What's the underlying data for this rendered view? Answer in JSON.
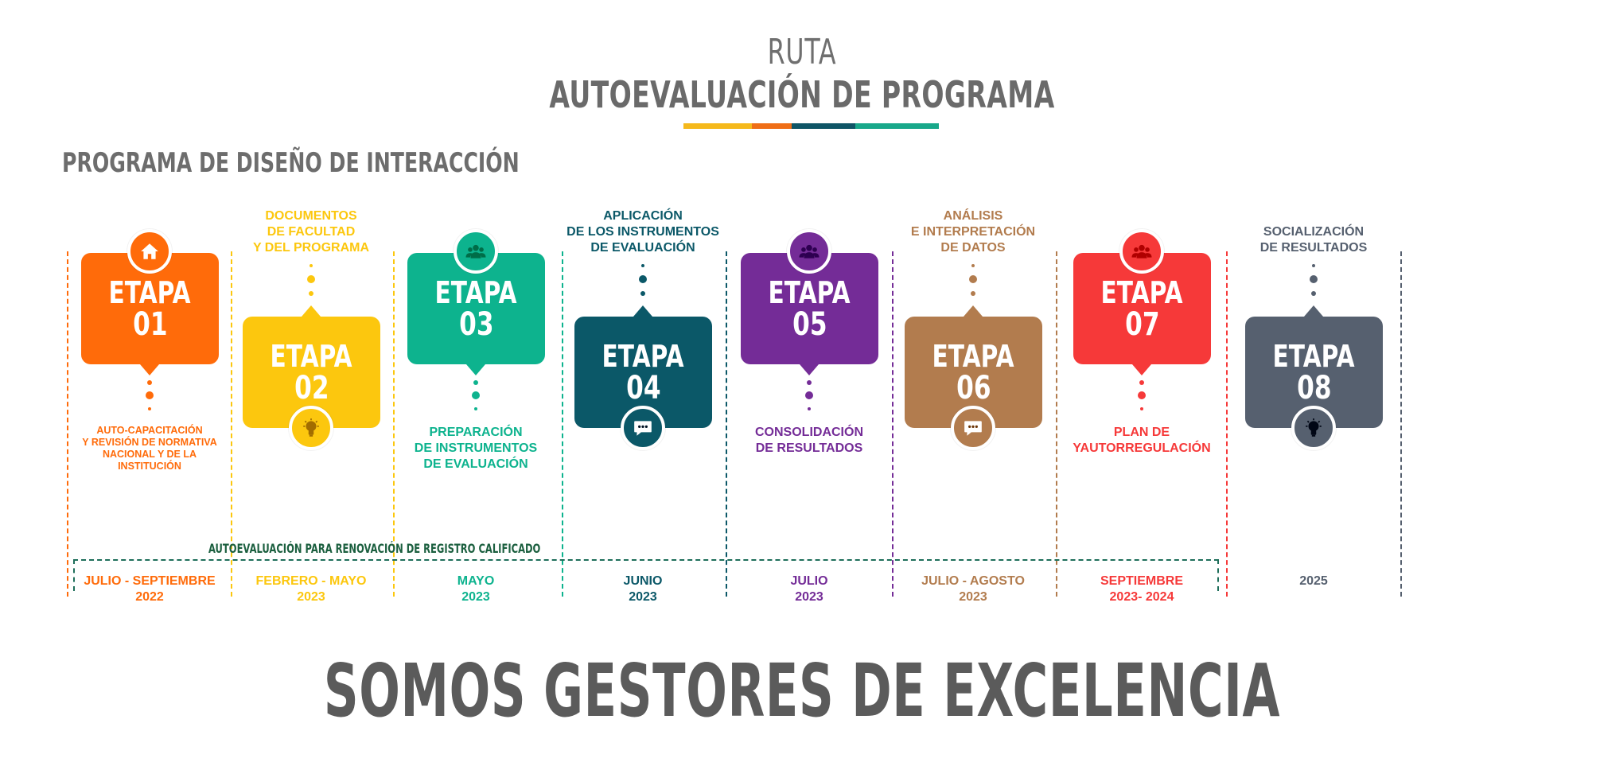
{
  "header": {
    "title_small": "RUTA",
    "title_big": "AUTOEVALUACIÓN DE PROGRAMA",
    "underline_colors": [
      "#f5b91c",
      "#ef6e16",
      "#0f5566",
      "#18a88a"
    ]
  },
  "program_name": "PROGRAMA DE DISEÑO DE INTERACCIÓN",
  "stages": [
    {
      "label": "ETAPA",
      "number": "01",
      "color": "#ff6b0a",
      "icon": "house-icon",
      "description": "AUTO-CAPACITACIÓN\nY REVISIÓN DE NORMATIVA\nNACIONAL Y DE LA\nINSTITUCIÓN",
      "date": "JULIO - SEPTIEMBRE\n2022"
    },
    {
      "label": "ETAPA",
      "number": "02",
      "color": "#fcc70e",
      "icon": "lightbulb-icon",
      "description": "DOCUMENTOS\nDE FACULTAD\nY DEL PROGRAMA",
      "date": "FEBRERO - MAYO\n2023"
    },
    {
      "label": "ETAPA",
      "number": "03",
      "color": "#0db38e",
      "icon": "group-icon",
      "description": "PREPARACIÓN\nDE INSTRUMENTOS\nDE EVALUACIÓN",
      "date": "MAYO\n2023"
    },
    {
      "label": "ETAPA",
      "number": "04",
      "color": "#0b5868",
      "icon": "chat-icon",
      "description": "APLICACIÓN\nDE LOS INSTRUMENTOS\nDE EVALUACIÓN",
      "date": "JUNIO\n2023"
    },
    {
      "label": "ETAPA",
      "number": "05",
      "color": "#742c97",
      "icon": "group-icon",
      "description": "CONSOLIDACIÓN\nDE RESULTADOS",
      "date": "JULIO\n2023"
    },
    {
      "label": "ETAPA",
      "number": "06",
      "color": "#b27c4e",
      "icon": "chat-icon",
      "description": "ANÁLISIS\nE INTERPRETACIÓN\nDE DATOS",
      "date": "JULIO - AGOSTO\n2023"
    },
    {
      "label": "ETAPA",
      "number": "07",
      "color": "#f63939",
      "icon": "group-icon",
      "description": "PLAN DE\nYAUTORREGULACIÓN",
      "date": "SEPTIEMBRE\n2023- 2024"
    },
    {
      "label": "ETAPA",
      "number": "08",
      "color": "#56606f",
      "icon": "lightbulb-icon",
      "description": "SOCIALIZACIÓN\nDE RESULTADOS",
      "date": "2025"
    }
  ],
  "registro_label": "AUTOEVALUACIÓN PARA RENOVACIÓN DE REGISTRO CALIFICADO",
  "motto": "SOMOS GESTORES DE EXCELENCIA"
}
